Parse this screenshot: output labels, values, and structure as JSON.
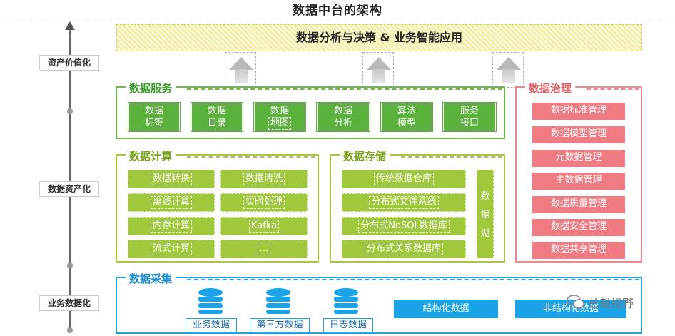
{
  "title": "数据中台的架构",
  "axis": {
    "top_label": "资产价值化",
    "mid_label": "数据资产化",
    "bottom_label": "业务数据化"
  },
  "banner": "数据分析与决策 & 业务智能应用",
  "services": {
    "title": "数据服务",
    "items": [
      [
        "数据",
        "标签"
      ],
      [
        "数据",
        "目录"
      ],
      [
        "数据",
        "地图"
      ],
      [
        "数据",
        "分析"
      ],
      [
        "算法",
        "模型"
      ],
      [
        "服务",
        "接口"
      ]
    ]
  },
  "compute": {
    "title": "数据计算",
    "items": [
      "数据转换",
      "数据清洗",
      "离线计算",
      "实时处理",
      "内存计算",
      "Kafka",
      "流式计算",
      "..."
    ]
  },
  "storage": {
    "title": "数据存储",
    "items": [
      "传统数据仓库",
      "分布式文件系统",
      "分布式NoSQL数据库",
      "分布式关系数据库"
    ],
    "lake": [
      "数",
      "据",
      "湖"
    ]
  },
  "governance": {
    "title": "数据治理",
    "items": [
      "数据标准管理",
      "数据模型管理",
      "元数据管理",
      "主数据管理",
      "数据质量管理",
      "数据安全管理",
      "数据共享管理"
    ]
  },
  "collection": {
    "title": "数据采集",
    "sources": [
      "业务数据",
      "第三方数据",
      "日志数据"
    ],
    "types": [
      "结构化数据",
      "非结构化数据"
    ]
  },
  "watermark": "总裁视野",
  "icons": {
    "axis_arrow": "arrow-up-icon",
    "database": "database-icon",
    "up_arrow": "up-arrow-icon",
    "wechat": "wechat-icon"
  },
  "colors": {
    "services": "#5ab13b",
    "compute": "#9fc93a",
    "governance": "#f07b83",
    "collection": "#1aa3e6",
    "banner": "#f2ec9a"
  }
}
